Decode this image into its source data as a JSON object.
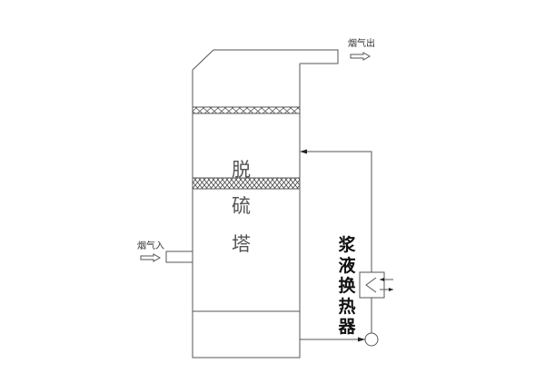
{
  "labels": {
    "gas_out": "烟气出",
    "gas_in": "烟气入",
    "tower_chars": [
      "脱",
      "硫",
      "塔"
    ],
    "exchanger_chars": [
      "浆",
      "液",
      "换",
      "热",
      "器"
    ]
  },
  "colors": {
    "line": "#555555",
    "text": "#111111"
  }
}
